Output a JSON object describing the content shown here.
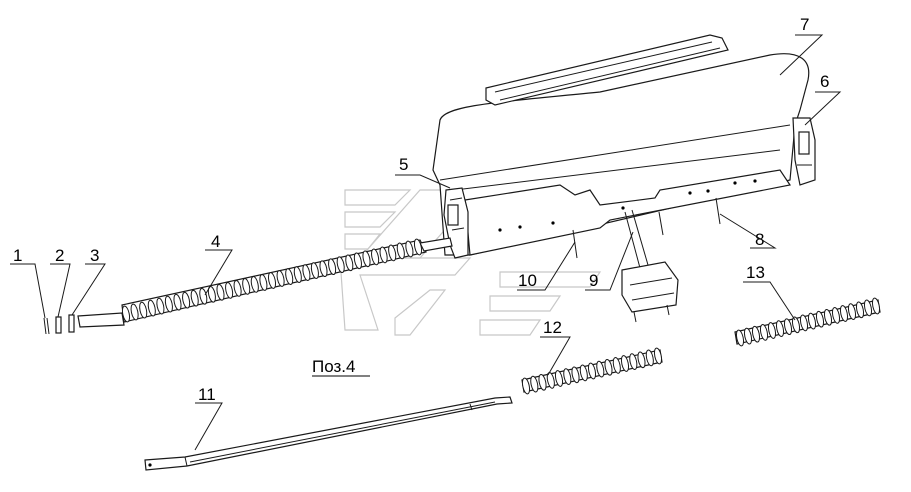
{
  "diagram": {
    "caption": "Поз.4",
    "labels": [
      "1",
      "2",
      "3",
      "4",
      "5",
      "6",
      "7",
      "8",
      "9",
      "10",
      "11",
      "12",
      "13"
    ]
  }
}
